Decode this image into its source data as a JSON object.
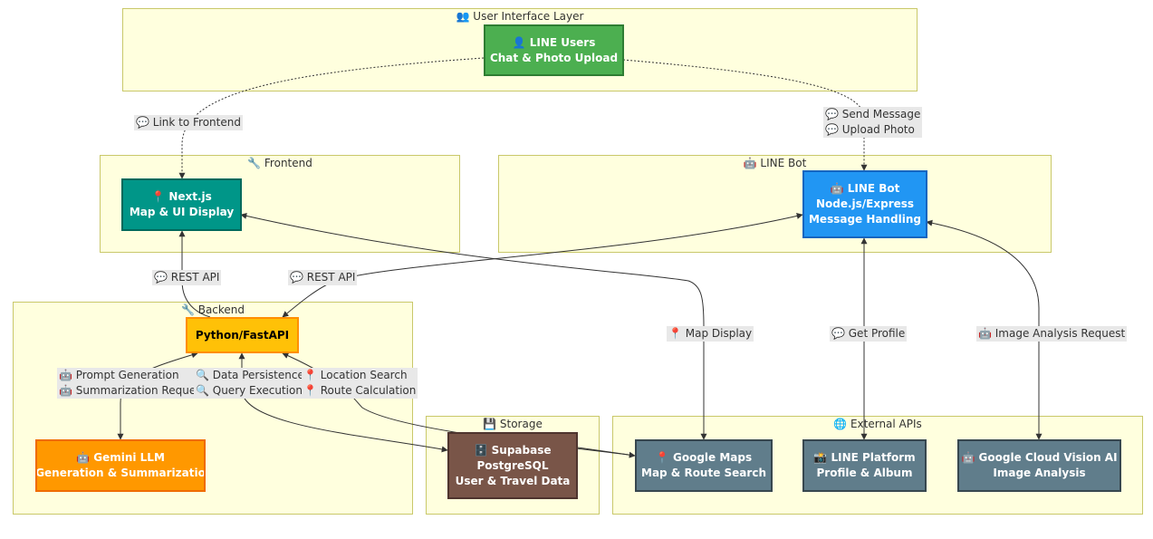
{
  "clusters": {
    "ui_layer": "👥 User Interface Layer",
    "frontend": "🔧 Frontend",
    "linebot": "🤖 LINE Bot",
    "backend": "🔧 Backend",
    "storage": "💾 Storage",
    "external": "🌐 External APIs"
  },
  "nodes": {
    "line_users": [
      "👤 LINE Users",
      "Chat & Photo Upload"
    ],
    "nextjs": [
      "📍 Next.js",
      "Map & UI Display"
    ],
    "linebot": [
      "🤖 LINE Bot",
      "Node.js/Express",
      "Message Handling"
    ],
    "fastapi": [
      "Python/FastAPI"
    ],
    "gemini": [
      "🤖 Gemini LLM",
      "Generation & Summarizatio"
    ],
    "supabase": [
      "🗄️ Supabase",
      "PostgreSQL",
      "User & Travel Data"
    ],
    "google_maps": [
      "📍 Google Maps",
      "Map & Route Search"
    ],
    "line_platform": [
      "📸 LINE Platform",
      "Profile & Album"
    ],
    "vision": [
      "🤖 Google Cloud Vision AI",
      "Image Analysis"
    ]
  },
  "edge_labels": {
    "link_frontend": [
      "💬 Link to Frontend"
    ],
    "send_upload": [
      "💬 Send Message",
      "💬 Upload Photo"
    ],
    "rest_api_1": [
      "💬 REST API"
    ],
    "rest_api_2": [
      "💬 REST API"
    ],
    "map_display": [
      "📍 Map Display"
    ],
    "get_profile": [
      "💬 Get Profile"
    ],
    "image_analysis": [
      "🤖 Image Analysis Request"
    ],
    "prompt_gen": [
      "🤖 Prompt Generation",
      "🤖 Summarization Request"
    ],
    "data_persist": [
      "🔍 Data Persistence",
      "🔍 Query Execution"
    ],
    "location_search": [
      "📍 Location Search",
      "📍 Route Calculation"
    ]
  },
  "colors": {
    "cluster_bg": "#ffffde",
    "line_users": "#4caf50",
    "nextjs": "#009688",
    "linebot": "#2196f3",
    "fastapi": "#ffc107",
    "gemini": "#ff9800",
    "supabase": "#795548",
    "external": "#607d8b"
  }
}
